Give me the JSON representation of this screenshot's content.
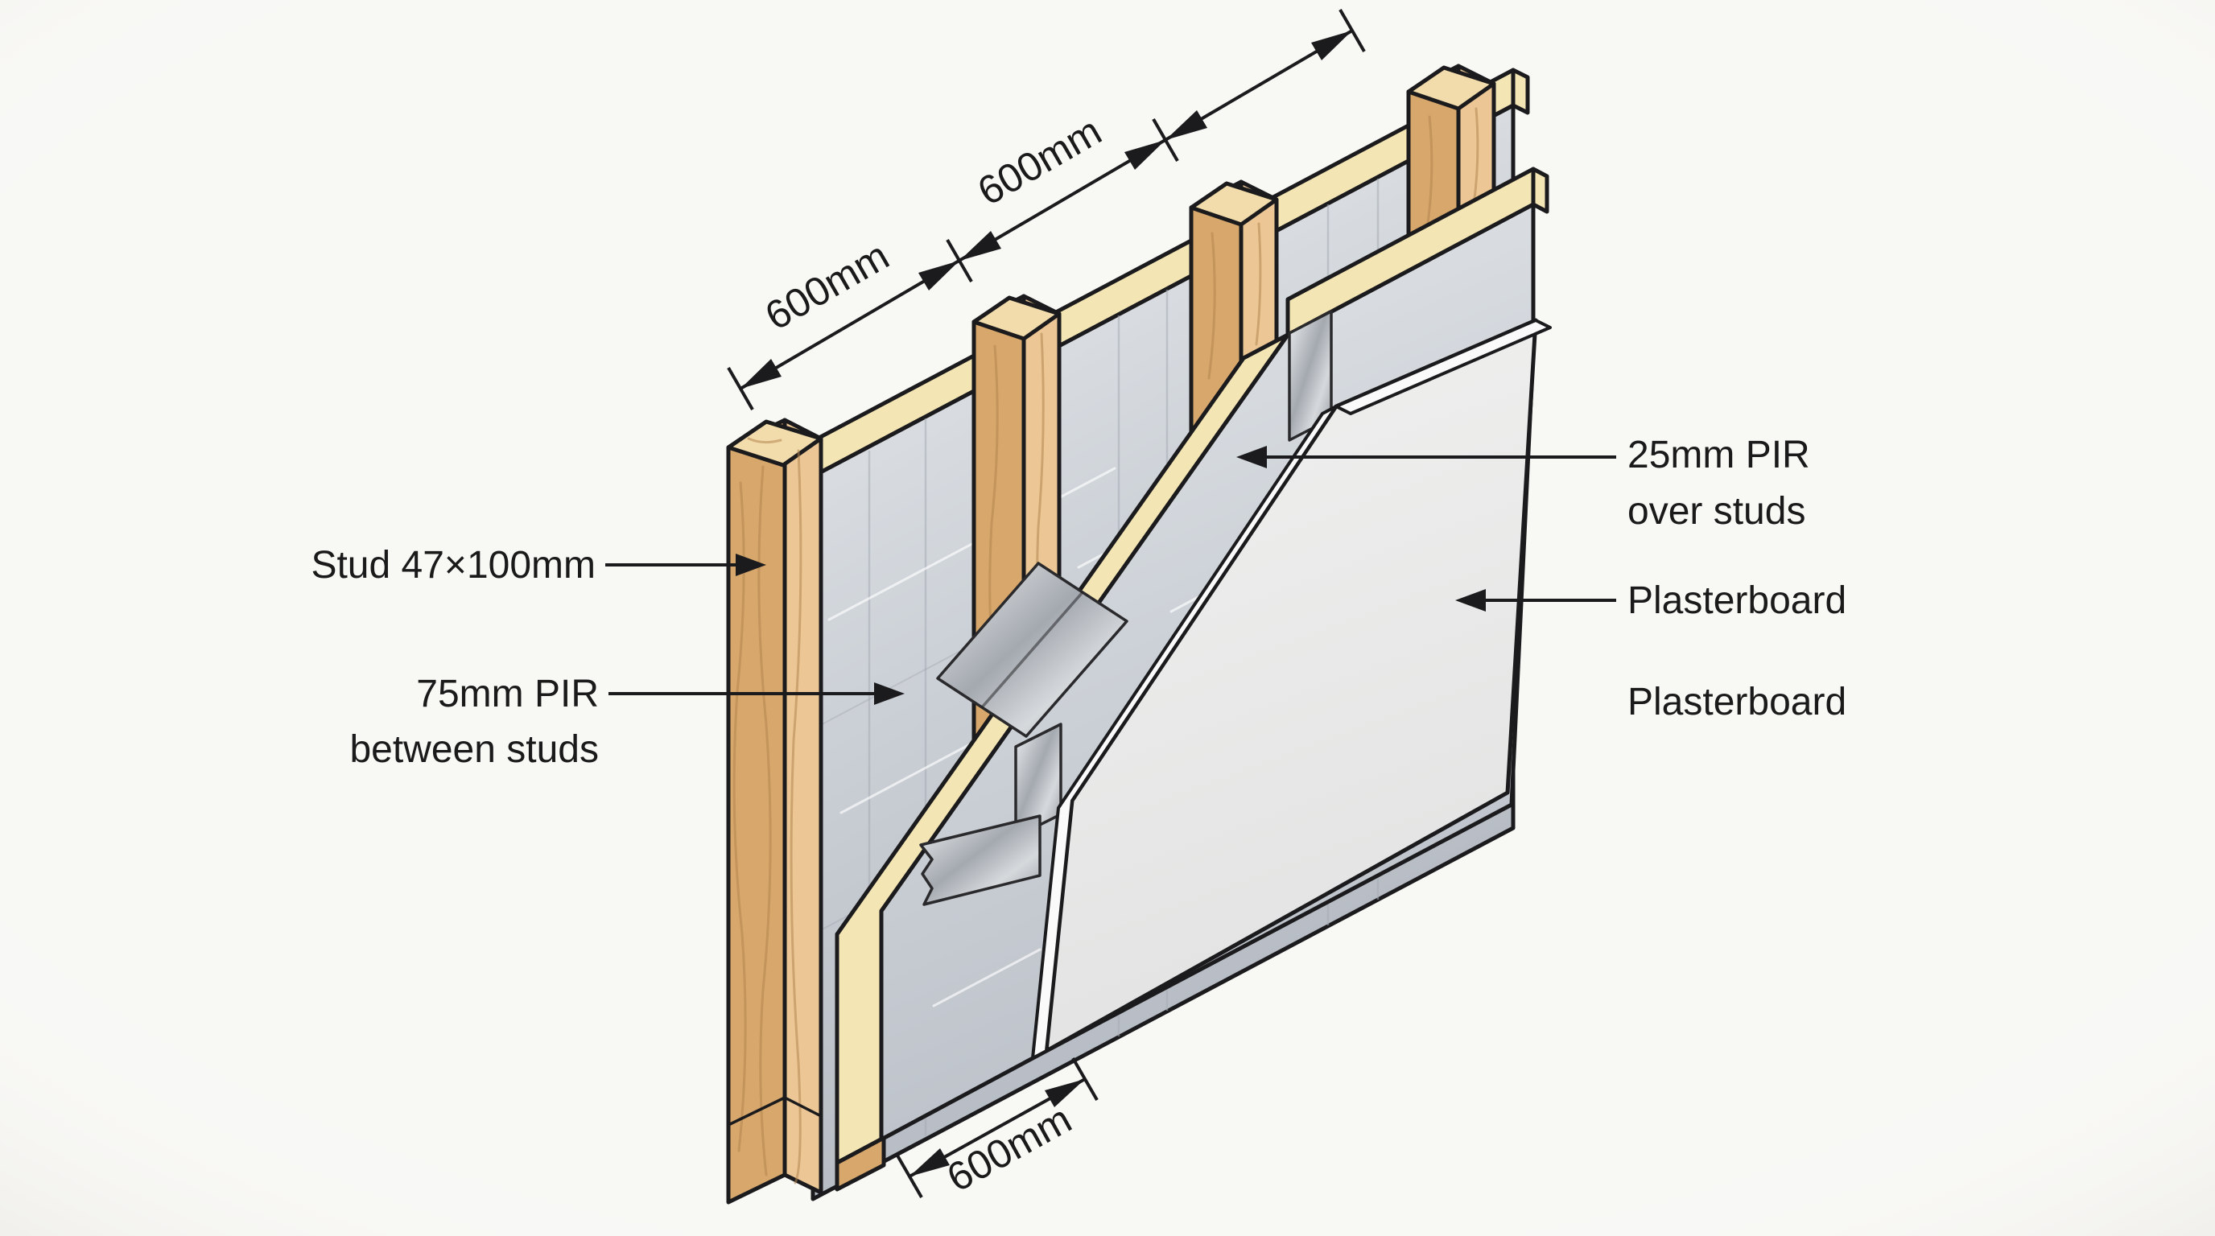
{
  "figure": {
    "kind": "isometric construction diagram",
    "subject": "Timber stud wall with PIR insulation and plasterboard build-up"
  },
  "labels": {
    "stud_size": "Stud 47×100mm",
    "pir_between": [
      "75mm PIR",
      "between studs"
    ],
    "pir_over": [
      "25mm PIR",
      "over studs"
    ],
    "plasterboard_upper": "Plasterboard",
    "plasterboard_lower": "Plasterboard"
  },
  "dimensions": {
    "stud_spacing_top_1": "600mm",
    "stud_spacing_top_2": "600mm",
    "stud_spacing_bottom": "600mm"
  },
  "colors": {
    "background": "#f8f8f5",
    "line": "#1b1b1d",
    "text": "#1a1a1a",
    "wood_side": "#d7a76c",
    "wood_front": "#ecc795",
    "wood_top": "#f3dcab",
    "wood_grain": "#b3854e",
    "pir_cream": "#f4e5b4",
    "foil_light": "#eceef0",
    "foil_dark": "#b3b8c0",
    "tape_silver": "#a8adb4",
    "plasterboard": "#ececeb",
    "board_edge": "#fafafa"
  }
}
